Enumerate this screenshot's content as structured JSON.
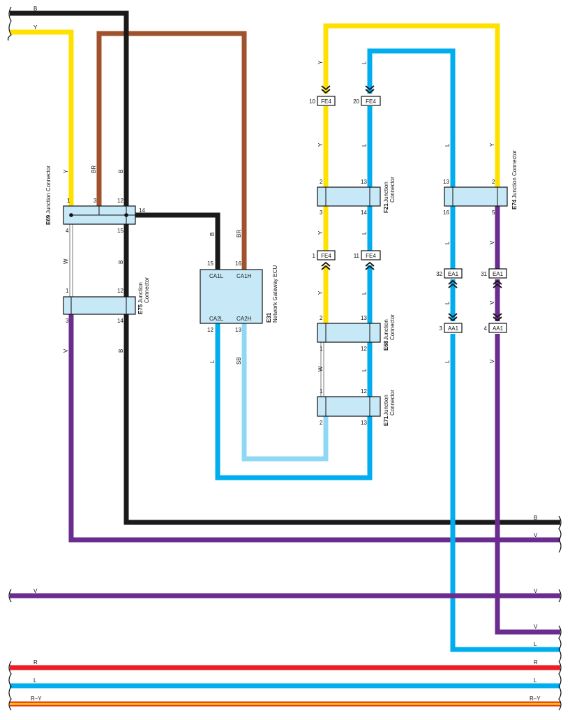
{
  "colors": {
    "B": "#1a1a1a",
    "Y": "#ffe100",
    "BR": "#a0522d",
    "L": "#00aeef",
    "V": "#6a2c8e",
    "W": "#ffffff",
    "SB": "#8fd8f5",
    "R": "#ee1c25",
    "RY_outer": "#ee1c25",
    "RY_inner": "#ffd200",
    "connector_fill": "#c6e8f7"
  },
  "wire_labels": {
    "b_top": "B",
    "y_top": "Y",
    "y_e69": "Y",
    "br_e69": "BR",
    "b_e69": "B",
    "w_e69_e75": "W",
    "b_e69_e75": "B",
    "v_e75": "V",
    "b_e75": "B",
    "b_ecu": "B",
    "br_ecu": "BR",
    "l_ecu": "L",
    "sb_ecu": "SB",
    "y_fe4_top": "Y",
    "l_fe4_top": "L",
    "y_fe4_f21": "Y",
    "l_fe4_f21": "L",
    "y_f21_fe4": "Y",
    "l_f21_fe4": "L",
    "y_fe4_e68": "Y",
    "l_fe4_e68": "L",
    "w_e68_e71": "W",
    "l_e68_e71": "L",
    "l_e74": "L",
    "y_e74": "Y",
    "l_e74_ea1": "L",
    "v_e74_ea1": "V",
    "l_ea1_aa1": "L",
    "v_ea1_aa1": "V",
    "l_aa1": "L",
    "v_aa1": "V",
    "b_right": "B",
    "v_right_1": "V",
    "v_left_2": "V",
    "v_right_2": "V",
    "v_right_3": "V",
    "l_right_1": "L",
    "r_left": "R",
    "r_right": "R",
    "l_left": "L",
    "l_right_2": "L",
    "ry_left": "R–Y",
    "ry_right": "R–Y"
  },
  "connectors": {
    "e69": {
      "id": "E69",
      "desc": "Junction Connector",
      "pins": {
        "p1": "1",
        "p3": "3",
        "p12": "12",
        "p14": "14",
        "p4": "4",
        "p15": "15"
      }
    },
    "e75": {
      "id": "E75",
      "desc1": "Junction",
      "desc2": "Connector",
      "pins": {
        "p1": "1",
        "p12": "12",
        "p3": "3",
        "p14": "14"
      }
    },
    "e31": {
      "id": "E31",
      "desc": "Network Gateway ECU",
      "pins": {
        "p15": "15",
        "p16": "16",
        "p12": "12",
        "p13": "13"
      },
      "terms": {
        "ca1l": "CA1L",
        "ca1h": "CA1H",
        "ca2l": "CA2L",
        "ca2h": "CA2H"
      }
    },
    "f21": {
      "id": "F21",
      "desc1": "Junction",
      "desc2": "Connector",
      "pins": {
        "p2": "2",
        "p13": "13",
        "p3": "3",
        "p14": "14"
      }
    },
    "e68": {
      "id": "E68",
      "desc1": "Junction",
      "desc2": "Connector",
      "pins": {
        "p2": "2",
        "p13": "13",
        "p1": "1",
        "p12": "12"
      }
    },
    "e71": {
      "id": "E71",
      "desc1": "Junction",
      "desc2": "Connector",
      "pins": {
        "p1": "1",
        "p12": "12",
        "p2": "2",
        "p13": "13"
      }
    },
    "e74": {
      "id": "E74",
      "desc": "Junction Connector",
      "pins": {
        "p13": "13",
        "p2": "2",
        "p16": "16",
        "p5": "5"
      }
    }
  },
  "inline_connectors": {
    "fe4_a": {
      "name": "FE4",
      "pin": "10"
    },
    "fe4_b": {
      "name": "FE4",
      "pin": "20"
    },
    "fe4_c": {
      "name": "FE4",
      "pin": "1"
    },
    "fe4_d": {
      "name": "FE4",
      "pin": "11"
    },
    "ea1_a": {
      "name": "EA1",
      "pin": "32"
    },
    "ea1_b": {
      "name": "EA1",
      "pin": "31"
    },
    "aa1_a": {
      "name": "AA1",
      "pin": "3"
    },
    "aa1_b": {
      "name": "AA1",
      "pin": "4"
    }
  }
}
